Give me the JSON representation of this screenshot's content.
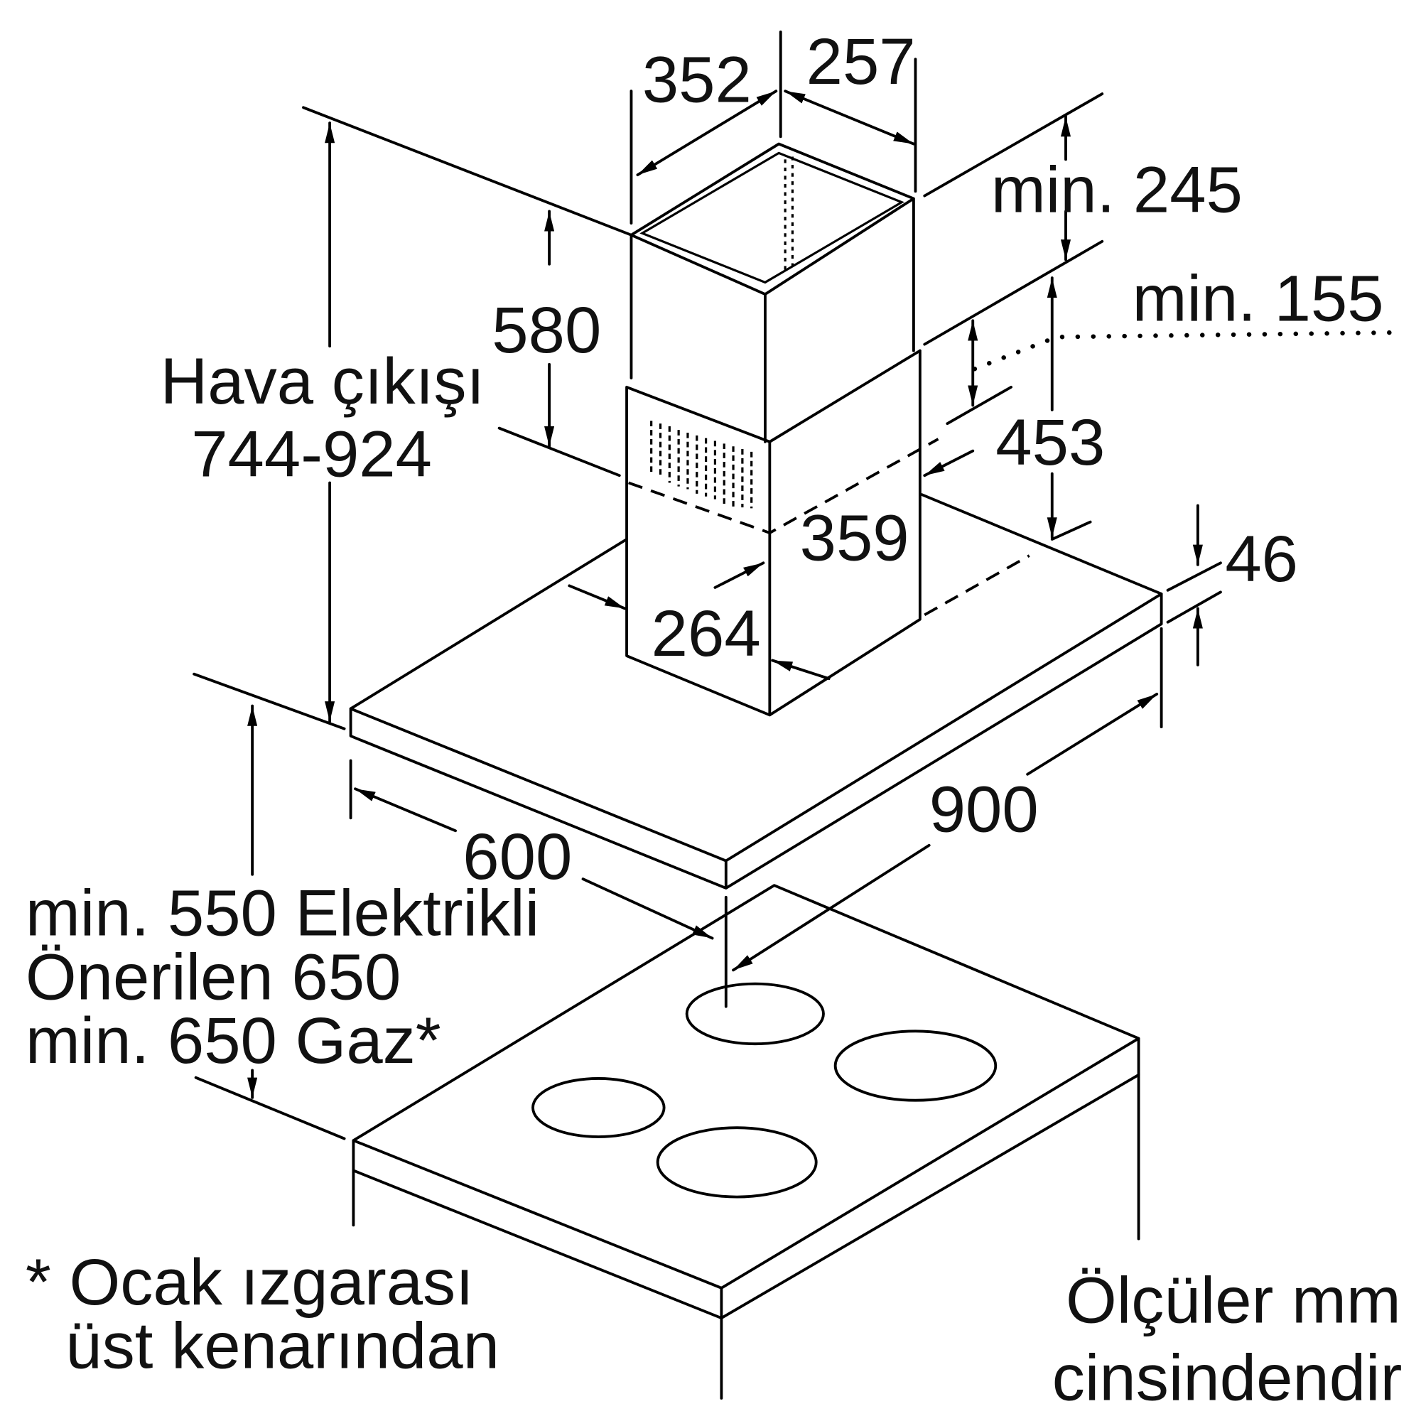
{
  "dimensions": {
    "d352": "352",
    "d257": "257",
    "min245": "min. 245",
    "min155": "min. 155",
    "d580": "580",
    "air_outlet_label": "Hava çıkışı",
    "air_outlet_range": "744-924",
    "d453": "453",
    "d359": "359",
    "d264": "264",
    "d46": "46",
    "d900": "900",
    "d600": "600"
  },
  "clearance": {
    "line1": "min. 550 Elektrikli",
    "line2": "Önerilen 650",
    "line3": "min. 650 Gaz*"
  },
  "footnote": {
    "line1": "* Ocak ızgarası",
    "line2": "üst kenarından"
  },
  "units_note": {
    "line1": "Ölçüler mm",
    "line2": "cinsindendir"
  }
}
